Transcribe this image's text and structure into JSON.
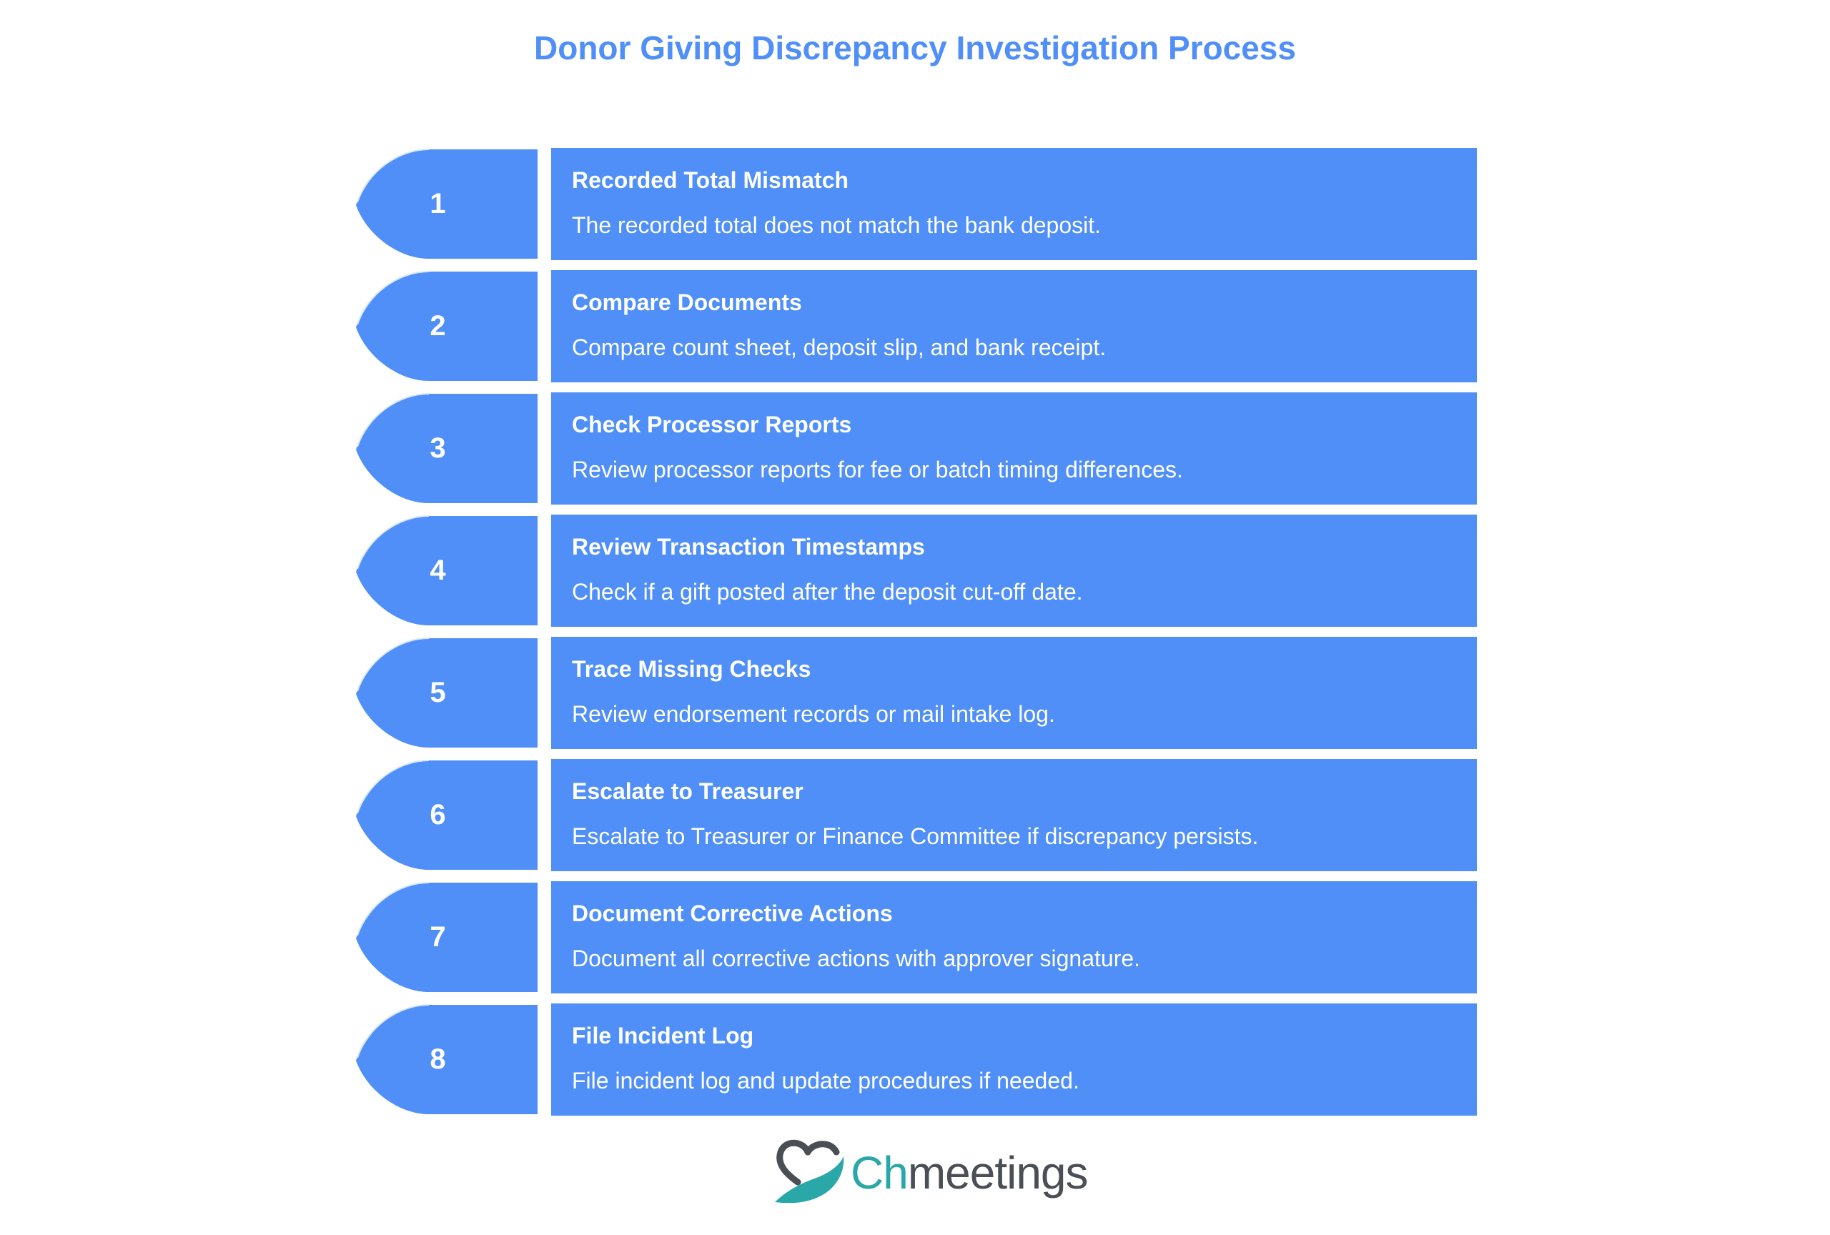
{
  "title": "Donor Giving Discrepancy Investigation Process",
  "colors": {
    "accent": "#4f8ff7",
    "brand_teal": "#2aa7a9",
    "brand_gray": "#4a4f55"
  },
  "steps": [
    {
      "number": "1",
      "title": "Recorded Total Mismatch",
      "description": "The recorded total does not match the bank deposit."
    },
    {
      "number": "2",
      "title": "Compare Documents",
      "description": "Compare count sheet, deposit slip, and bank receipt."
    },
    {
      "number": "3",
      "title": "Check Processor Reports",
      "description": "Review processor reports for fee or batch timing differences."
    },
    {
      "number": "4",
      "title": "Review Transaction Timestamps",
      "description": "Check if a gift posted after the deposit cut-off date."
    },
    {
      "number": "5",
      "title": "Trace Missing Checks",
      "description": "Review endorsement records or mail intake log."
    },
    {
      "number": "6",
      "title": "Escalate to Treasurer",
      "description": "Escalate to Treasurer or Finance Committee if discrepancy persists."
    },
    {
      "number": "7",
      "title": "Document Corrective Actions",
      "description": "Document all corrective actions with approver signature."
    },
    {
      "number": "8",
      "title": "File Incident Log",
      "description": "File incident log and update procedures if needed."
    }
  ],
  "brand": {
    "name_accent": "Ch",
    "name_rest": "meetings",
    "logo_icon": "heart-hand-icon"
  }
}
